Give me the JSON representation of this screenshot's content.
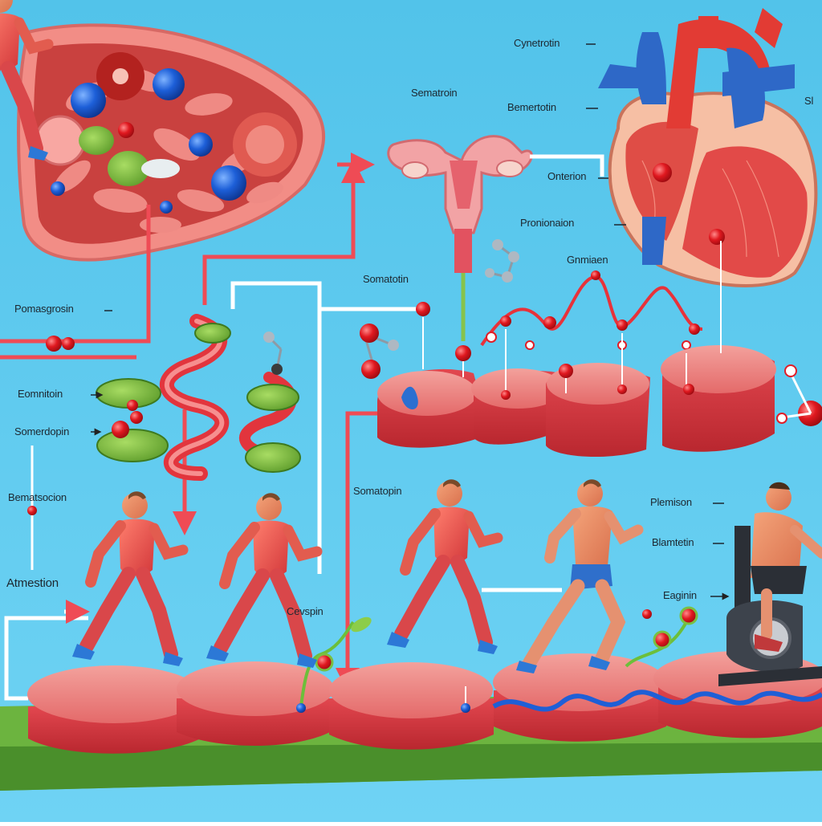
{
  "labels": {
    "cynetrotin": "Cynetrotin",
    "sematroin": "Sematroin",
    "bemertotin": "Bemertotin",
    "onterion": "Onterion",
    "sl": "Sl",
    "pronionaion": "Pronionaion",
    "somatotin": "Somatotin",
    "gnmiaen": "Gnmiaen",
    "pomasgrosin": "Pomasgrosin",
    "eomnitoin": "Eomnitoin",
    "somerdopin": "Somerdopin",
    "bematsocion": "Bematsocion",
    "atmestion": "Atmestion",
    "somatopin": "Somatopin",
    "cevspin": "Cevspin",
    "plemison": "Plemison",
    "blamtetin": "Blamtetin",
    "eaginin": "Eaginin"
  },
  "colors": {
    "sky": "#58c8ec",
    "muscle": "#e8555a",
    "muscle_light": "#f4a3a0",
    "connector": "#ef4b55",
    "vein": "#2f6fcb",
    "artery": "#e33a35",
    "grass": "#5aa43a",
    "leaf": "#84c141",
    "molecule_red": "#e11d27",
    "molecule_blue": "#1f5fd6"
  },
  "icons": [
    "liver-organ",
    "uterus-organ",
    "heart-organ",
    "protein-helix-icon",
    "molecule-icon",
    "muscle-tissue-slab",
    "runner-figure",
    "exercise-bike-icon"
  ]
}
